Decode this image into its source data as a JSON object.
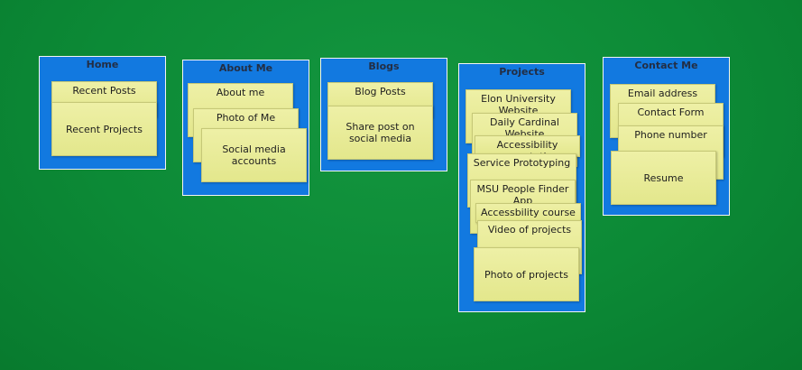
{
  "boards": {
    "home": {
      "title": "Home",
      "notes": [
        "Recent Posts",
        "Recent Projects"
      ]
    },
    "about": {
      "title": "About Me",
      "notes": [
        "About me",
        "Photo of Me",
        "Social media accounts"
      ]
    },
    "blogs": {
      "title": "Blogs",
      "notes": [
        "Blog Posts",
        "Share post on social media"
      ]
    },
    "projects": {
      "title": "Projects",
      "notes": [
        "Elon University Website",
        "Daily Cardinal Website",
        "Accessibility presentation",
        "Service Prototyping",
        "MSU People Finder App",
        "Accessbility course review",
        "Video of projects",
        "Photo of projects"
      ]
    },
    "contact": {
      "title": "Contact Me",
      "notes": [
        "Email address",
        "Contact Form",
        "Phone number",
        "Resume"
      ]
    }
  }
}
